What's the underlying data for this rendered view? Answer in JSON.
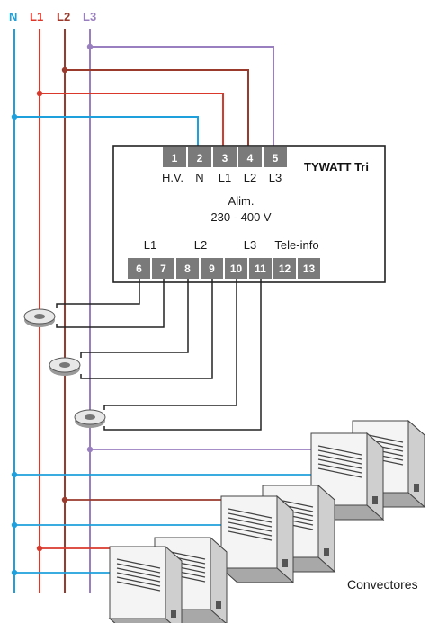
{
  "bus_labels": {
    "n": "N",
    "l1": "L1",
    "l2": "L2",
    "l3": "L3"
  },
  "colors": {
    "neutral": "#1ea0dc",
    "l1": "#d9382b",
    "l2": "#9a3a2c",
    "l3": "#9a7fc0",
    "terminal": "#7a7a7a"
  },
  "device": {
    "title": "TYWATT Tri",
    "top_terminals": [
      "1",
      "2",
      "3",
      "4",
      "5"
    ],
    "top_terminal_labels": [
      "H.V.",
      "N",
      "L1",
      "L2",
      "L3"
    ],
    "supply_label": "Alim.",
    "supply_voltage": "230 - 400 V",
    "bottom_terminals": [
      "6",
      "7",
      "8",
      "9",
      "10",
      "11",
      "12",
      "13"
    ],
    "bottom_group_labels": [
      "L1",
      "L2",
      "L3",
      "Tele-info"
    ]
  },
  "legend": {
    "convectors": "Convectores"
  }
}
